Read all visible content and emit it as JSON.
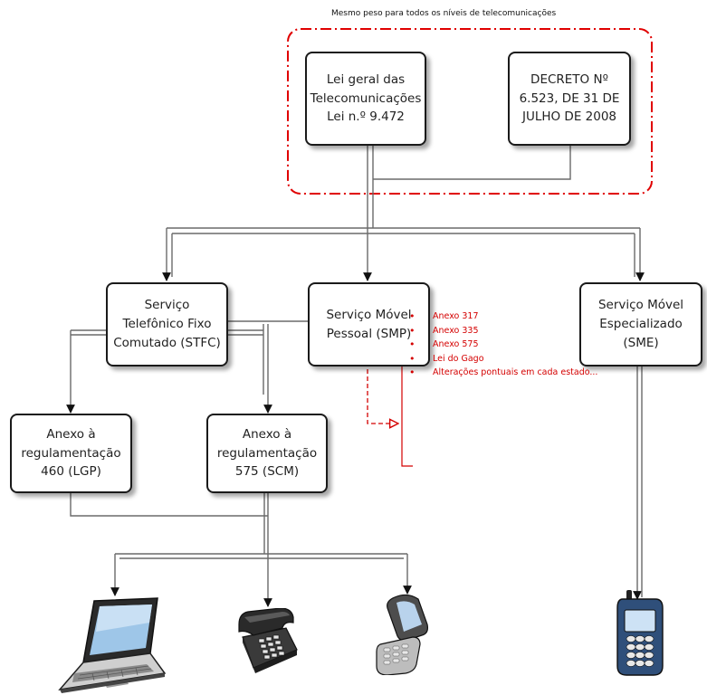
{
  "caption": "Mesmo peso para todos os níveis de telecomunicações",
  "nodes": {
    "lei_geral": "Lei geral das Telecomunicações Lei n.º 9.472",
    "decreto": "DECRETO Nº 6.523, DE 31 DE JULHO DE 2008",
    "stfc": "Serviço Telefônico Fixo Comutado (STFC)",
    "smp": "Serviço Móvel Pessoal (SMP)",
    "sme": "Serviço Móvel Especializado (SME)",
    "anexo_460": "Anexo à regulamentação 460 (LGP)",
    "anexo_575": "Anexo à regulamentação 575 (SCM)"
  },
  "notes": [
    "Anexo 317",
    "Anexo 335",
    "Anexo 575",
    "Lei do Gago",
    "Alterações pontuais em cada estado..."
  ],
  "colors": {
    "group_border": "#e00000",
    "note_text": "#d40000",
    "node_border": "#1a1a1a"
  },
  "devices": [
    "laptop-icon",
    "desk-phone-icon",
    "flip-phone-icon",
    "mobile-phone-icon"
  ]
}
